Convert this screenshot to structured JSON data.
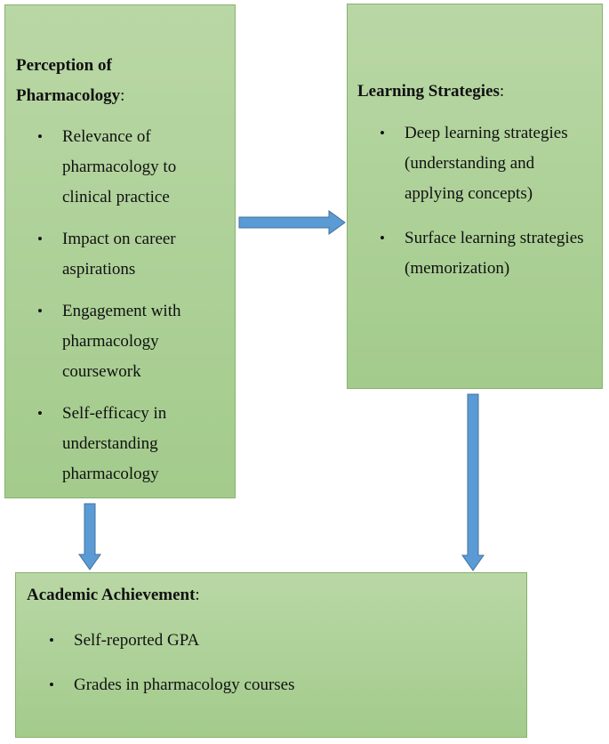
{
  "perception": {
    "title": "Perception of Pharmacology",
    "items": [
      "Relevance of pharmacology to clinical practice",
      "Impact on career aspirations",
      "Engagement with pharmacology coursework",
      "Self-efficacy in understanding pharmacology"
    ]
  },
  "learning": {
    "title": "Learning Strategies",
    "items": [
      "Deep learning strategies (understanding and applying concepts)",
      "Surface learning strategies (memorization)"
    ]
  },
  "achievement": {
    "title": "Academic Achievement",
    "items": [
      "Self-reported GPA",
      "Grades in pharmacology courses"
    ]
  },
  "colors": {
    "box_fill_top": "#b9d7a5",
    "box_fill_bottom": "#a3cb8c",
    "box_border": "#86b26d",
    "arrow_fill": "#5b9bd5",
    "arrow_stroke": "#41719c"
  }
}
